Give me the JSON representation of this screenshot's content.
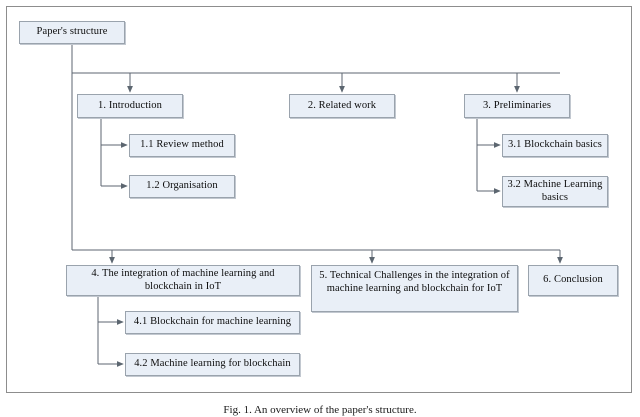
{
  "figure": {
    "caption": "Fig. 1. An overview of the paper's structure.",
    "box_fill": "#e9eff7",
    "box_border": "#9aa3ad",
    "line_color": "#5c6670",
    "page_background": "#ffffff"
  },
  "nodes": {
    "root": "Paper's structure",
    "s1": "1. Introduction",
    "s1_1": "1.1 Review method",
    "s1_2": "1.2 Organisation",
    "s2": "2. Related work",
    "s3": "3. Preliminaries",
    "s3_1": "3.1 Blockchain basics",
    "s3_2": "3.2 Machine Learning basics",
    "s4": "4. The integration of machine learning and blockchain in IoT",
    "s4_1": "4.1 Blockchain for machine learning",
    "s4_2": "4.2 Machine learning for blockchain",
    "s5": "5. Technical Challenges in the integration of machine learning and blockchain for IoT",
    "s6": "6. Conclusion"
  },
  "diagram_structure": {
    "type": "tree",
    "root": "Paper's structure",
    "children": [
      {
        "label": "1. Introduction",
        "children": [
          "1.1 Review method",
          "1.2 Organisation"
        ]
      },
      {
        "label": "2. Related work",
        "children": []
      },
      {
        "label": "3. Preliminaries",
        "children": [
          "3.1 Blockchain basics",
          "3.2 Machine Learning basics"
        ]
      },
      {
        "label": "4. The integration of machine learning and blockchain in IoT",
        "children": [
          "4.1 Blockchain for machine learning",
          "4.2 Machine learning for blockchain"
        ]
      },
      {
        "label": "5. Technical Challenges in the integration of machine learning and blockchain for IoT",
        "children": []
      },
      {
        "label": "6. Conclusion",
        "children": []
      }
    ]
  }
}
